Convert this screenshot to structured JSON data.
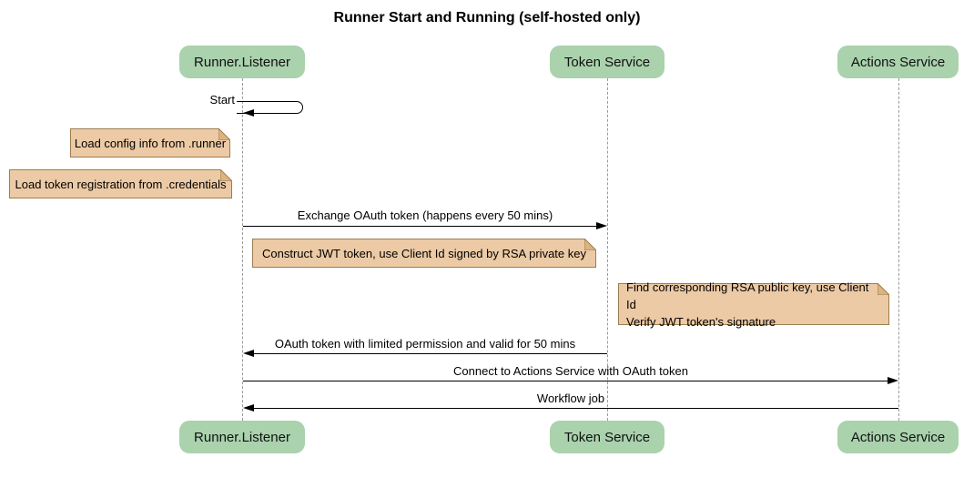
{
  "title": "Runner Start and Running (self-hosted only)",
  "diagram_type": "sequence",
  "actors": [
    {
      "name": "Runner.Listener"
    },
    {
      "name": "Token Service"
    },
    {
      "name": "Actions Service"
    }
  ],
  "messages": [
    {
      "label": "Start",
      "from": "Runner.Listener",
      "to": "Runner.Listener",
      "kind": "self"
    },
    {
      "label": "Exchange OAuth token (happens every 50 mins)",
      "from": "Runner.Listener",
      "to": "Token Service",
      "kind": "arrow"
    },
    {
      "label": "OAuth token with limited permission and valid for 50 mins",
      "from": "Token Service",
      "to": "Runner.Listener",
      "kind": "arrow"
    },
    {
      "label": "Connect to Actions Service with OAuth token",
      "from": "Runner.Listener",
      "to": "Actions Service",
      "kind": "arrow"
    },
    {
      "label": "Workflow job",
      "from": "Actions Service",
      "to": "Runner.Listener",
      "kind": "arrow"
    }
  ],
  "notes": [
    {
      "text": "Load config info from .runner",
      "anchor": "left of Runner.Listener"
    },
    {
      "text": "Load token registration from .credentials",
      "anchor": "left of Runner.Listener"
    },
    {
      "text": "Construct JWT token, use Client Id signed by RSA private key",
      "anchor": "between Runner.Listener and Token Service"
    },
    {
      "text": "Find corresponding RSA public key, use Client Id\nVerify JWT token's signature",
      "anchor": "between Token Service and Actions Service"
    }
  ],
  "colors": {
    "background": "#ffffff",
    "text": "#000000",
    "actor_fill": "#a9d2ad",
    "note_fill": "#eccaa5",
    "note_border": "#9d7d50",
    "note_fold": "#ddb382",
    "lifeline": "#9a9a9a",
    "arrow": "#000000"
  }
}
